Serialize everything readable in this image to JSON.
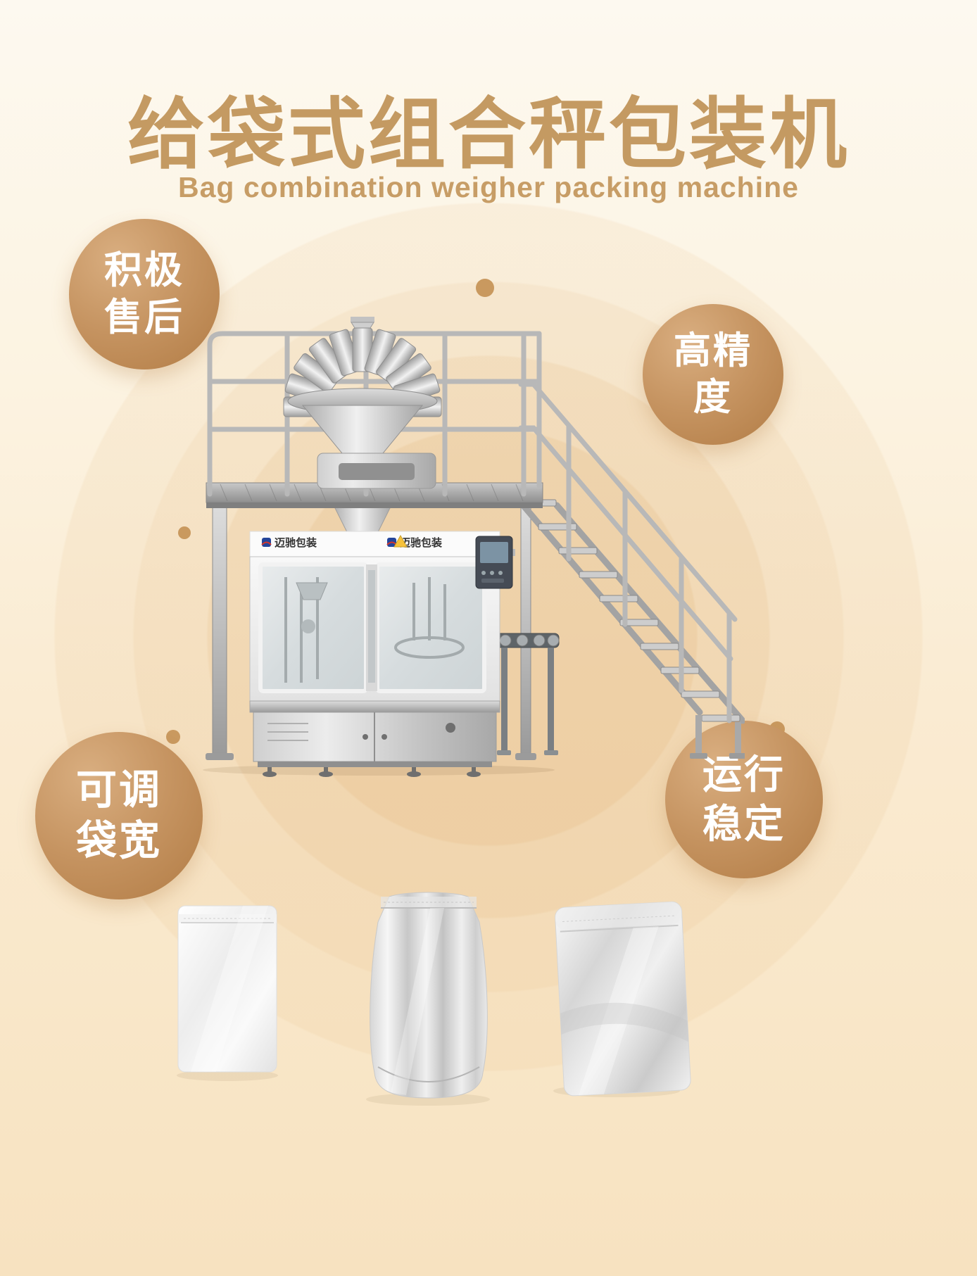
{
  "header": {
    "title": "给袋式组合秤包装机",
    "subtitle": "Bag combination weigher packing machine"
  },
  "badges": [
    {
      "name": "after-sales",
      "lines": [
        "积极",
        "售后"
      ]
    },
    {
      "name": "high-precision",
      "lines": [
        "高精",
        "度"
      ]
    },
    {
      "name": "adjustable-bag-width",
      "lines": [
        "可调",
        "袋宽"
      ]
    },
    {
      "name": "stable-operation",
      "lines": [
        "运行",
        "稳定"
      ]
    }
  ],
  "machine": {
    "brand": "迈驰包装"
  },
  "colors": {
    "title_brown": "#c49a62",
    "badge_brown": "#c08a52",
    "background_top": "#fdf9f0",
    "background_bottom": "#f7e2c0",
    "ring_tint": "#ddaa69"
  }
}
